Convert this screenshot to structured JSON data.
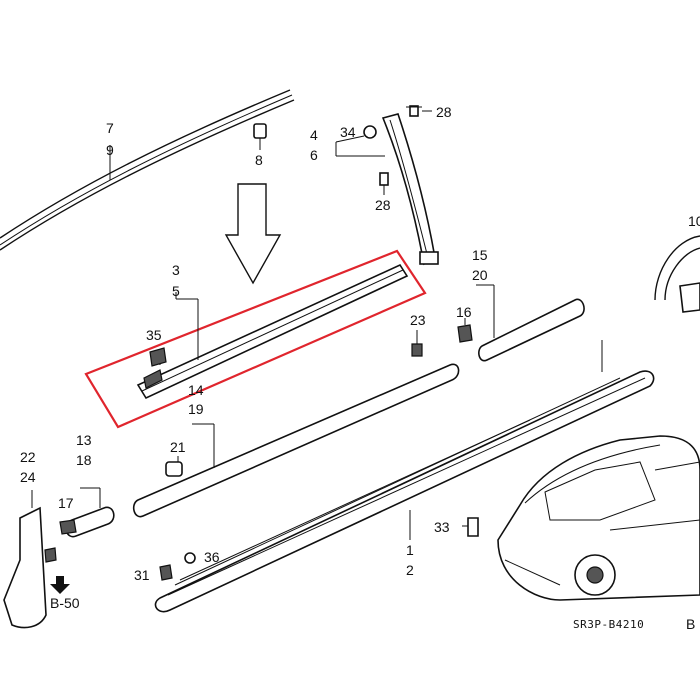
{
  "labels": {
    "n7": "7",
    "n9": "9",
    "n8": "8",
    "n4": "4",
    "n6": "6",
    "n34": "34",
    "n28a": "28",
    "n28b": "28",
    "n3": "3",
    "n5": "5",
    "n35": "35",
    "n15": "15",
    "n20": "20",
    "n16": "16",
    "n23": "23",
    "n14": "14",
    "n19": "19",
    "n21": "21",
    "n13": "13",
    "n18": "18",
    "n17": "17",
    "n22": "22",
    "n24": "24",
    "n1": "1",
    "n2": "2",
    "n33": "33",
    "n36": "36",
    "n31": "31",
    "n10": "10"
  },
  "ref_b50": "B-50",
  "ref_code": "SR3P-B4210",
  "ref_suffix": "B",
  "colors": {
    "highlight": "#e0252d",
    "ink": "#111111"
  }
}
